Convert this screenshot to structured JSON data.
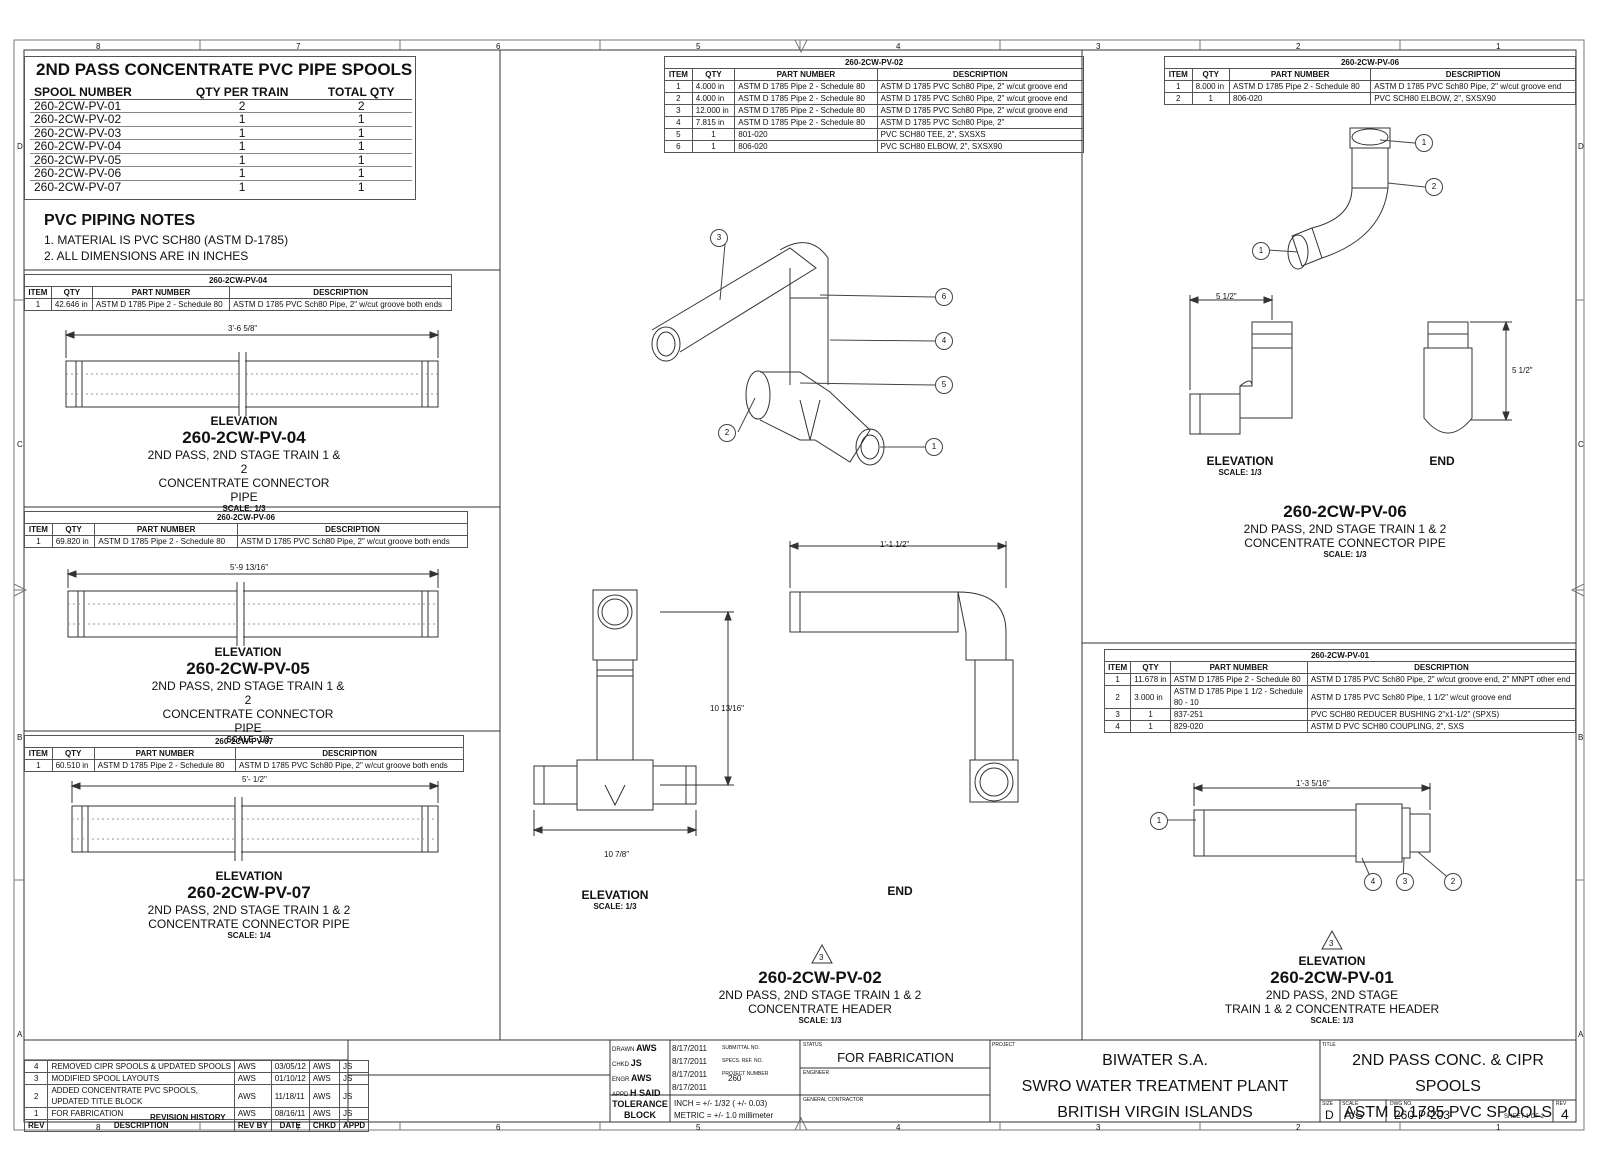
{
  "spool_summary": {
    "title": "2ND PASS CONCENTRATE PVC PIPE SPOOLS",
    "headers": [
      "SPOOL NUMBER",
      "QTY PER TRAIN",
      "TOTAL QTY"
    ],
    "rows": [
      [
        "260-2CW-PV-01",
        "2",
        "2"
      ],
      [
        "260-2CW-PV-02",
        "1",
        "1"
      ],
      [
        "260-2CW-PV-03",
        "1",
        "1"
      ],
      [
        "260-2CW-PV-04",
        "1",
        "1"
      ],
      [
        "260-2CW-PV-05",
        "1",
        "1"
      ],
      [
        "260-2CW-PV-06",
        "1",
        "1"
      ],
      [
        "260-2CW-PV-07",
        "1",
        "1"
      ]
    ]
  },
  "notes": {
    "title": "PVC  PIPING NOTES",
    "lines": [
      "1. MATERIAL IS PVC SCH80 (ASTM D-1785)",
      "2. ALL DIMENSIONS ARE IN INCHES"
    ]
  },
  "bom_headers": [
    "ITEM",
    "QTY",
    "PART NUMBER",
    "DESCRIPTION"
  ],
  "bom_pv04": {
    "title": "260-2CW-PV-04",
    "rows": [
      [
        "1",
        "42.646 in",
        "ASTM D 1785 Pipe 2 - Schedule 80",
        "ASTM D 1785 PVC Sch80 Pipe, 2\" w/cut groove both ends"
      ]
    ]
  },
  "bom_pv06_left": {
    "title": "260-2CW-PV-06",
    "rows": [
      [
        "1",
        "69.820 in",
        "ASTM D 1785 Pipe 2 - Schedule 80",
        "ASTM D 1785 PVC Sch80 Pipe, 2\" w/cut groove both ends"
      ]
    ]
  },
  "bom_pv07": {
    "title": "260-2CW-PV-07",
    "rows": [
      [
        "1",
        "60.510 in",
        "ASTM D 1785 Pipe 2 - Schedule 80",
        "ASTM D 1785 PVC Sch80 Pipe, 2\" w/cut groove both ends"
      ]
    ]
  },
  "bom_pv02": {
    "title": "260-2CW-PV-02",
    "rows": [
      [
        "1",
        "4.000 in",
        "ASTM D 1785 Pipe 2 - Schedule 80",
        "ASTM D 1785 PVC Sch80 Pipe, 2\" w/cut groove end"
      ],
      [
        "2",
        "4.000 in",
        "ASTM D 1785 Pipe 2 - Schedule 80",
        "ASTM D 1785 PVC Sch80 Pipe, 2\" w/cut groove end"
      ],
      [
        "3",
        "12.000 in",
        "ASTM D 1785 Pipe 2 - Schedule 80",
        "ASTM D 1785 PVC Sch80 Pipe, 2\" w/cut groove end"
      ],
      [
        "4",
        "7.815 in",
        "ASTM D 1785 Pipe 2 - Schedule 80",
        "ASTM D 1785 PVC Sch80 Pipe, 2\""
      ],
      [
        "5",
        "1",
        "801-020",
        "PVC SCH80 TEE, 2\", SXSXS"
      ],
      [
        "6",
        "1",
        "806-020",
        "PVC SCH80 ELBOW, 2\", SXSX90"
      ]
    ]
  },
  "bom_pv06_right": {
    "title": "260-2CW-PV-06",
    "rows": [
      [
        "1",
        "8.000 in",
        "ASTM D 1785 Pipe 2 - Schedule 80",
        "ASTM D 1785 PVC Sch80 Pipe, 2\" w/cut groove end"
      ],
      [
        "2",
        "1",
        "806-020",
        "PVC SCH80 ELBOW, 2\", SXSX90"
      ]
    ]
  },
  "bom_pv01": {
    "title": "260-2CW-PV-01",
    "rows": [
      [
        "1",
        "11.678 in",
        "ASTM D 1785 Pipe 2 - Schedule 80",
        "ASTM D 1785 PVC Sch80 Pipe, 2\" w/cut groove end, 2\" MNPT other end"
      ],
      [
        "2",
        "3.000 in",
        "ASTM D 1785 Pipe 1 1/2 - Schedule 80 - 10",
        "ASTM D 1785 PVC Sch80 Pipe, 1 1/2\" w/cut groove end"
      ],
      [
        "3",
        "1",
        "837-251",
        "PVC SCH80 REDUCER BUSHING 2\"x1-1/2\" (SPXS)"
      ],
      [
        "4",
        "1",
        "829-020",
        "ASTM D PVC SCH80 COUPLING, 2\", SXS"
      ]
    ]
  },
  "views": {
    "pv04": {
      "view": "ELEVATION",
      "name": "260-2CW-PV-04",
      "line1": "2ND PASS, 2ND STAGE TRAIN 1 & 2",
      "line2": "CONCENTRATE CONNECTOR PIPE",
      "scale": "SCALE: 1/3",
      "dim": "3'-6 5/8\""
    },
    "pv05": {
      "view": "ELEVATION",
      "name": "260-2CW-PV-05",
      "line1": "2ND PASS, 2ND STAGE TRAIN 1 & 2",
      "line2": "CONCENTRATE CONNECTOR PIPE",
      "scale": "SCALE: 1/3",
      "dim": "5'-9 13/16\""
    },
    "pv07": {
      "view": "ELEVATION",
      "name": "260-2CW-PV-07",
      "line1": "2ND PASS, 2ND STAGE TRAIN 1 & 2",
      "line2": "CONCENTRATE CONNECTOR PIPE",
      "scale": "SCALE: 1/4",
      "dim": "5'- 1/2\""
    },
    "pv02": {
      "elev": "ELEVATION",
      "elev_scale": "SCALE: 1/3",
      "end": "END",
      "name": "260-2CW-PV-02",
      "line1": "2ND PASS, 2ND STAGE TRAIN 1 & 2",
      "line2": "CONCENTRATE HEADER",
      "scale": "SCALE: 1/3",
      "dim_h": "1'-1 1/2\"",
      "dim_v": "10 13/16\"",
      "dim_b": "10 7/8\"",
      "rev": "3"
    },
    "pv06": {
      "elev": "ELEVATION",
      "elev_scale": "SCALE: 1/3",
      "end": "END",
      "name": "260-2CW-PV-06",
      "line1": "2ND PASS, 2ND STAGE TRAIN 1 & 2",
      "line2": "CONCENTRATE CONNECTOR PIPE",
      "scale": "SCALE: 1/3",
      "dim_h": "5 1/2\"",
      "dim_v": "5 1/2\""
    },
    "pv01": {
      "view": "ELEVATION",
      "name": "260-2CW-PV-01",
      "line1": "2ND PASS, 2ND STAGE",
      "line2": "TRAIN 1 & 2 CONCENTRATE HEADER",
      "scale": "SCALE: 1/3",
      "dim": "1'-3 5/16\"",
      "rev": "3"
    }
  },
  "balloons": {
    "pv02": [
      "3",
      "6",
      "4",
      "5",
      "1",
      "2"
    ],
    "pv06": [
      "1",
      "2",
      "1"
    ],
    "pv01": [
      "1",
      "4",
      "3",
      "2"
    ]
  },
  "ruler_top": [
    "8",
    "7",
    "6",
    "5",
    "4",
    "3",
    "2",
    "1"
  ],
  "ruler_side": [
    "D",
    "C",
    "B",
    "A"
  ],
  "revisions": {
    "rows": [
      [
        "4",
        "REMOVED CIPR SPOOLS & UPDATED SPOOLS",
        "AWS",
        "03/05/12",
        "AWS",
        "JS"
      ],
      [
        "3",
        "MODIFIED SPOOL LAYOUTS",
        "AWS",
        "01/10/12",
        "AWS",
        "JS"
      ],
      [
        "2",
        "ADDED CONCENTRATE PVC SPOOLS, UPDATED TITLE BLOCK",
        "AWS",
        "11/18/11",
        "AWS",
        "JS"
      ],
      [
        "1",
        "FOR FABRICATION",
        "AWS",
        "08/16/11",
        "AWS",
        "JS"
      ]
    ],
    "headers": [
      "REV",
      "DESCRIPTION",
      "REV BY",
      "DATE",
      "CHKD",
      "APPD"
    ],
    "title": "REVISION HISTORY"
  },
  "title_block": {
    "sign_roles": [
      "DRAWN",
      "CHKD",
      "ENGR",
      "APPD"
    ],
    "sign_names": [
      "AWS",
      "JS",
      "AWS",
      "H SAID"
    ],
    "sign_dates": [
      "8/17/2011",
      "8/17/2011",
      "8/17/2011",
      "8/17/2011"
    ],
    "submittal_label": "SUBMITTAL NO.",
    "spec_label": "SPECS. REF. NO.",
    "project_no_label": "PROJECT NUMBER",
    "project_no": "260",
    "tolerance_label": "TOLERANCE BLOCK",
    "tol_inch": "INCH = +/- 1/32 ( +/- 0.03)",
    "tol_metric": "METRIC = +/- 1.0 millimeter",
    "status_label": "STATUS",
    "status": "FOR FABRICATION",
    "engineer_label": "ENGINEER",
    "contractor_label": "GENERAL CONTRACTOR",
    "project_label": "PROJECT",
    "project_lines": [
      "BIWATER S.A.",
      "SWRO WATER TREATMENT PLANT",
      "BRITISH VIRGIN ISLANDS"
    ],
    "title_label": "TITLE",
    "title_lines": [
      "2ND PASS CONC. & CIPR SPOOLS",
      "ASTM D 1785 PVC SPOOLS"
    ],
    "size_label": "SIZE",
    "size": "D",
    "scale_label": "SCALE",
    "scale": "A/S",
    "dwg_label": "DWG NO.",
    "dwg": "260-P-203",
    "sheet": "SHEET 1 OF 2",
    "rev_label": "REV",
    "rev": "4"
  }
}
